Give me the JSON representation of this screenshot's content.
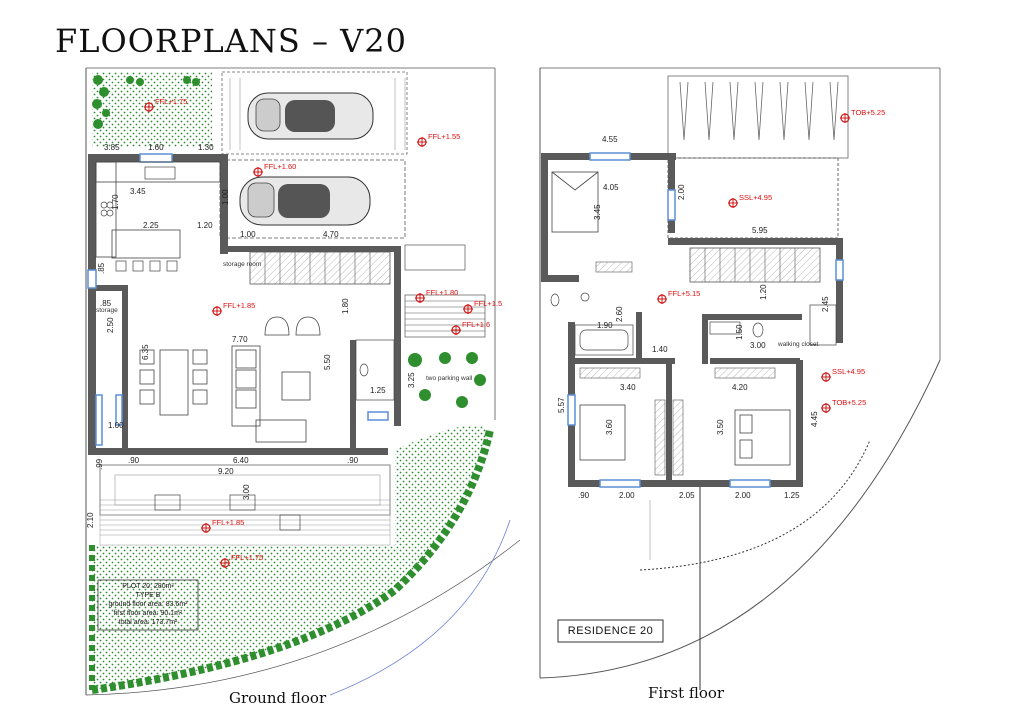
{
  "title": "FLOORPLANS – V20",
  "captions": {
    "ground": "Ground floor",
    "first": "First floor"
  },
  "residence_label": "RESIDENCE 20",
  "plot_info": [
    "PLOT 20: 280m²",
    "TYPE B",
    "ground floor area: 83.6m²",
    "first floor area: 90.1m²",
    "total area: 173.7m²"
  ],
  "ground_levels": [
    "FFL+1.75",
    "FFL+1.55",
    "FFL+1.60",
    "FFL+1.85",
    "FFL+1.80",
    "FFL+1.5",
    "FFL+1.6",
    "FFL+1.85",
    "FFL+1.75"
  ],
  "first_levels": [
    "TOB+5.25",
    "SSL+4.95",
    "FFL+5.15",
    "SSL+4.95",
    "TOB+5.25"
  ],
  "ground_dims": [
    "1.60",
    "1.30",
    "3.85",
    "3.45",
    "1.70",
    "2.25",
    "1.20",
    "1.00",
    "4.70",
    "1.00",
    "7.70",
    "6.35",
    "5.50",
    "1.80",
    "2.50",
    "1.25",
    "9.20",
    "6.40",
    "3.00",
    "2.10",
    "3.25",
    ".90",
    ".90",
    ".85",
    ".85",
    "1.00",
    ".99"
  ],
  "first_dims": [
    "4.55",
    "4.05",
    "3.45",
    "2.00",
    "5.95",
    "1.20",
    "1.90",
    "2.60",
    "3.00",
    "1.50",
    "3.40",
    "4.20",
    "3.60",
    "3.50",
    "5.57",
    "4.45",
    ".90",
    "2.00",
    "2.05",
    "2.00",
    "1.25",
    "1.40",
    "2.45"
  ],
  "ground_notes": [
    "storage",
    "two parking wall",
    "storage room"
  ],
  "first_notes": [
    "walking closet"
  ],
  "colors": {
    "level_marker": "#d11a1a",
    "garden_dot": "#2e8b2e",
    "wall": "#5a5a5a",
    "window": "#5b8fd6"
  }
}
